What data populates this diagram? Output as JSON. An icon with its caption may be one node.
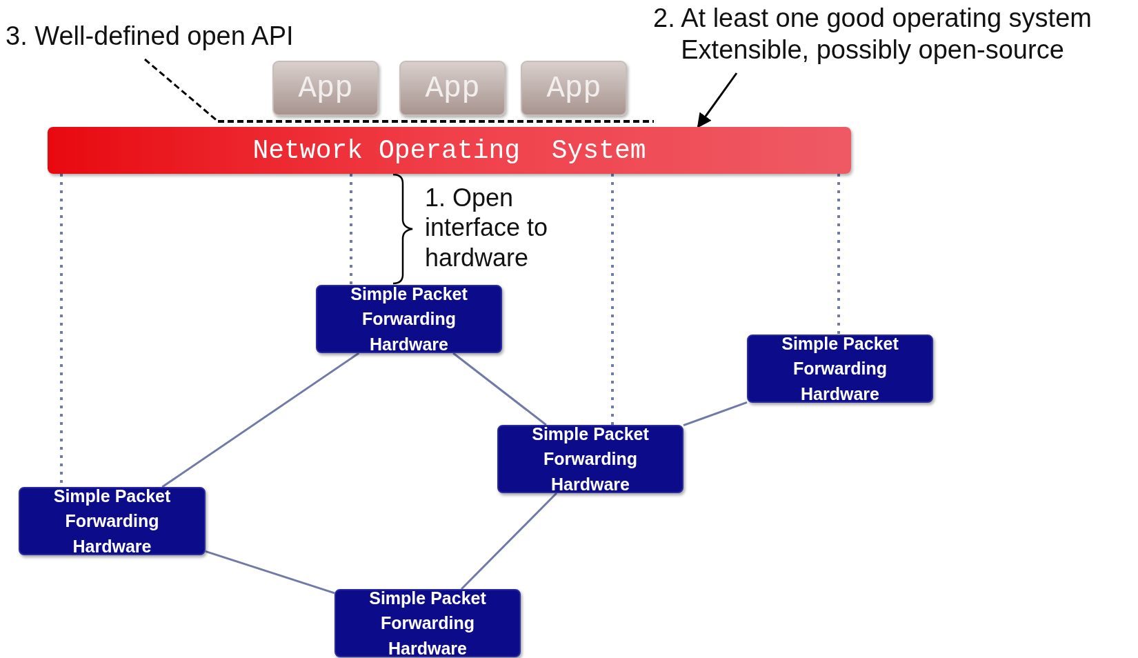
{
  "diagram": {
    "nodes": [
      {
        "text": [
          "3. Well-defined open API"
        ]
      },
      {
        "text": [
          "2. At least one good operating system",
          "Extensible, possibly open-source"
        ]
      },
      {
        "text": [
          "App"
        ]
      },
      {
        "text": [
          "App"
        ]
      },
      {
        "text": [
          "App"
        ]
      },
      {
        "text": [
          "Network Operating  System"
        ]
      },
      {
        "text": [
          "1. Open interface to hardware"
        ]
      },
      {
        "text": [
          "Simple Packet Forwarding Hardware"
        ]
      },
      {
        "text": [
          "Simple Packet Forwarding Hardware"
        ]
      },
      {
        "text": [
          "Simple Packet Forwarding Hardware"
        ]
      },
      {
        "text": [
          "Simple Packet Forwarding Hardware"
        ]
      },
      {
        "text": [
          "Simple Packet Forwarding Hardware"
        ]
      },
      {
        "text": [],
        "shape": "bar"
      }
    ],
    "edges": [
      {
        "from": 0,
        "to": 12,
        "arrow": "none",
        "style": "dashed",
        "color": "#000000"
      },
      {
        "from": 1,
        "to": 5,
        "arrow": "to",
        "color": "#000000"
      },
      {
        "from": 5,
        "to": 10,
        "arrow": "none",
        "style": "dashed"
      },
      {
        "from": 5,
        "to": 7,
        "arrow": "none",
        "style": "dashed"
      },
      {
        "from": 5,
        "to": 9,
        "arrow": "none",
        "style": "dashed"
      },
      {
        "from": 5,
        "to": 8,
        "arrow": "none",
        "style": "dashed"
      },
      {
        "from": 7,
        "to": 10,
        "arrow": "none"
      },
      {
        "from": 7,
        "to": 9,
        "arrow": "none"
      },
      {
        "from": 9,
        "to": 8,
        "arrow": "none"
      },
      {
        "from": 9,
        "to": 11,
        "arrow": "none"
      },
      {
        "from": 10,
        "to": 11,
        "arrow": "none"
      }
    ]
  }
}
